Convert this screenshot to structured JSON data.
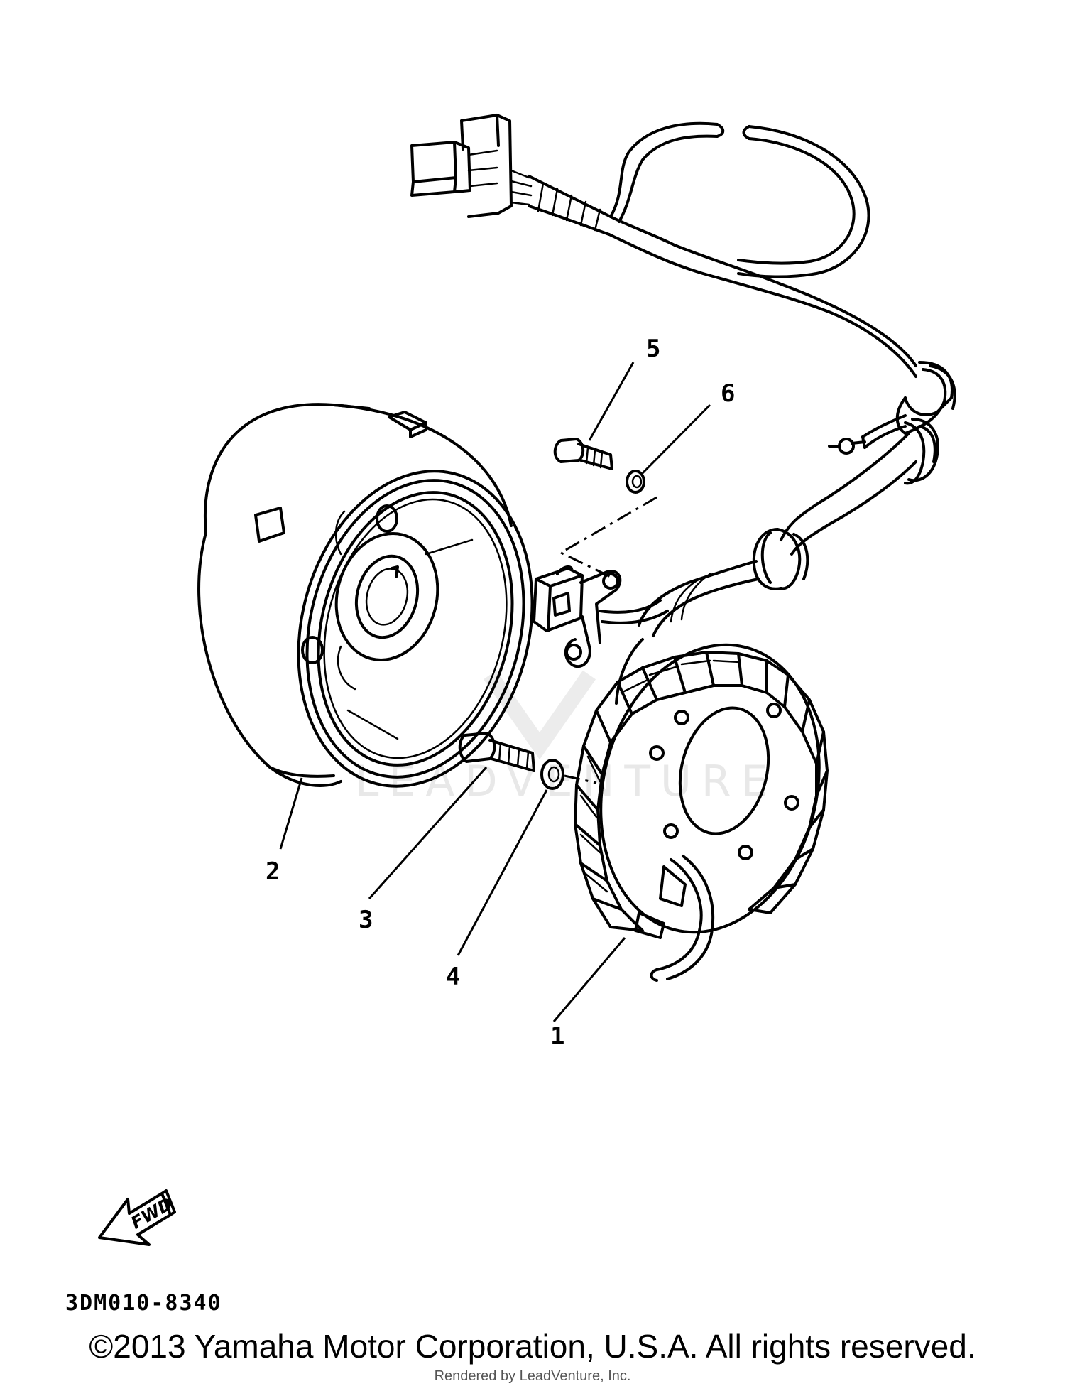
{
  "diagram": {
    "callouts": [
      "1",
      "2",
      "3",
      "4",
      "5",
      "6"
    ],
    "drawing_code": "3DM010-8340",
    "fwd_label": "FWD",
    "watermark": "LEADVENTURE"
  },
  "footer": {
    "copyright": "©2013 Yamaha Motor Corporation, U.S.A. All rights reserved.",
    "rendered_by": "Rendered by LeadVenture, Inc."
  }
}
